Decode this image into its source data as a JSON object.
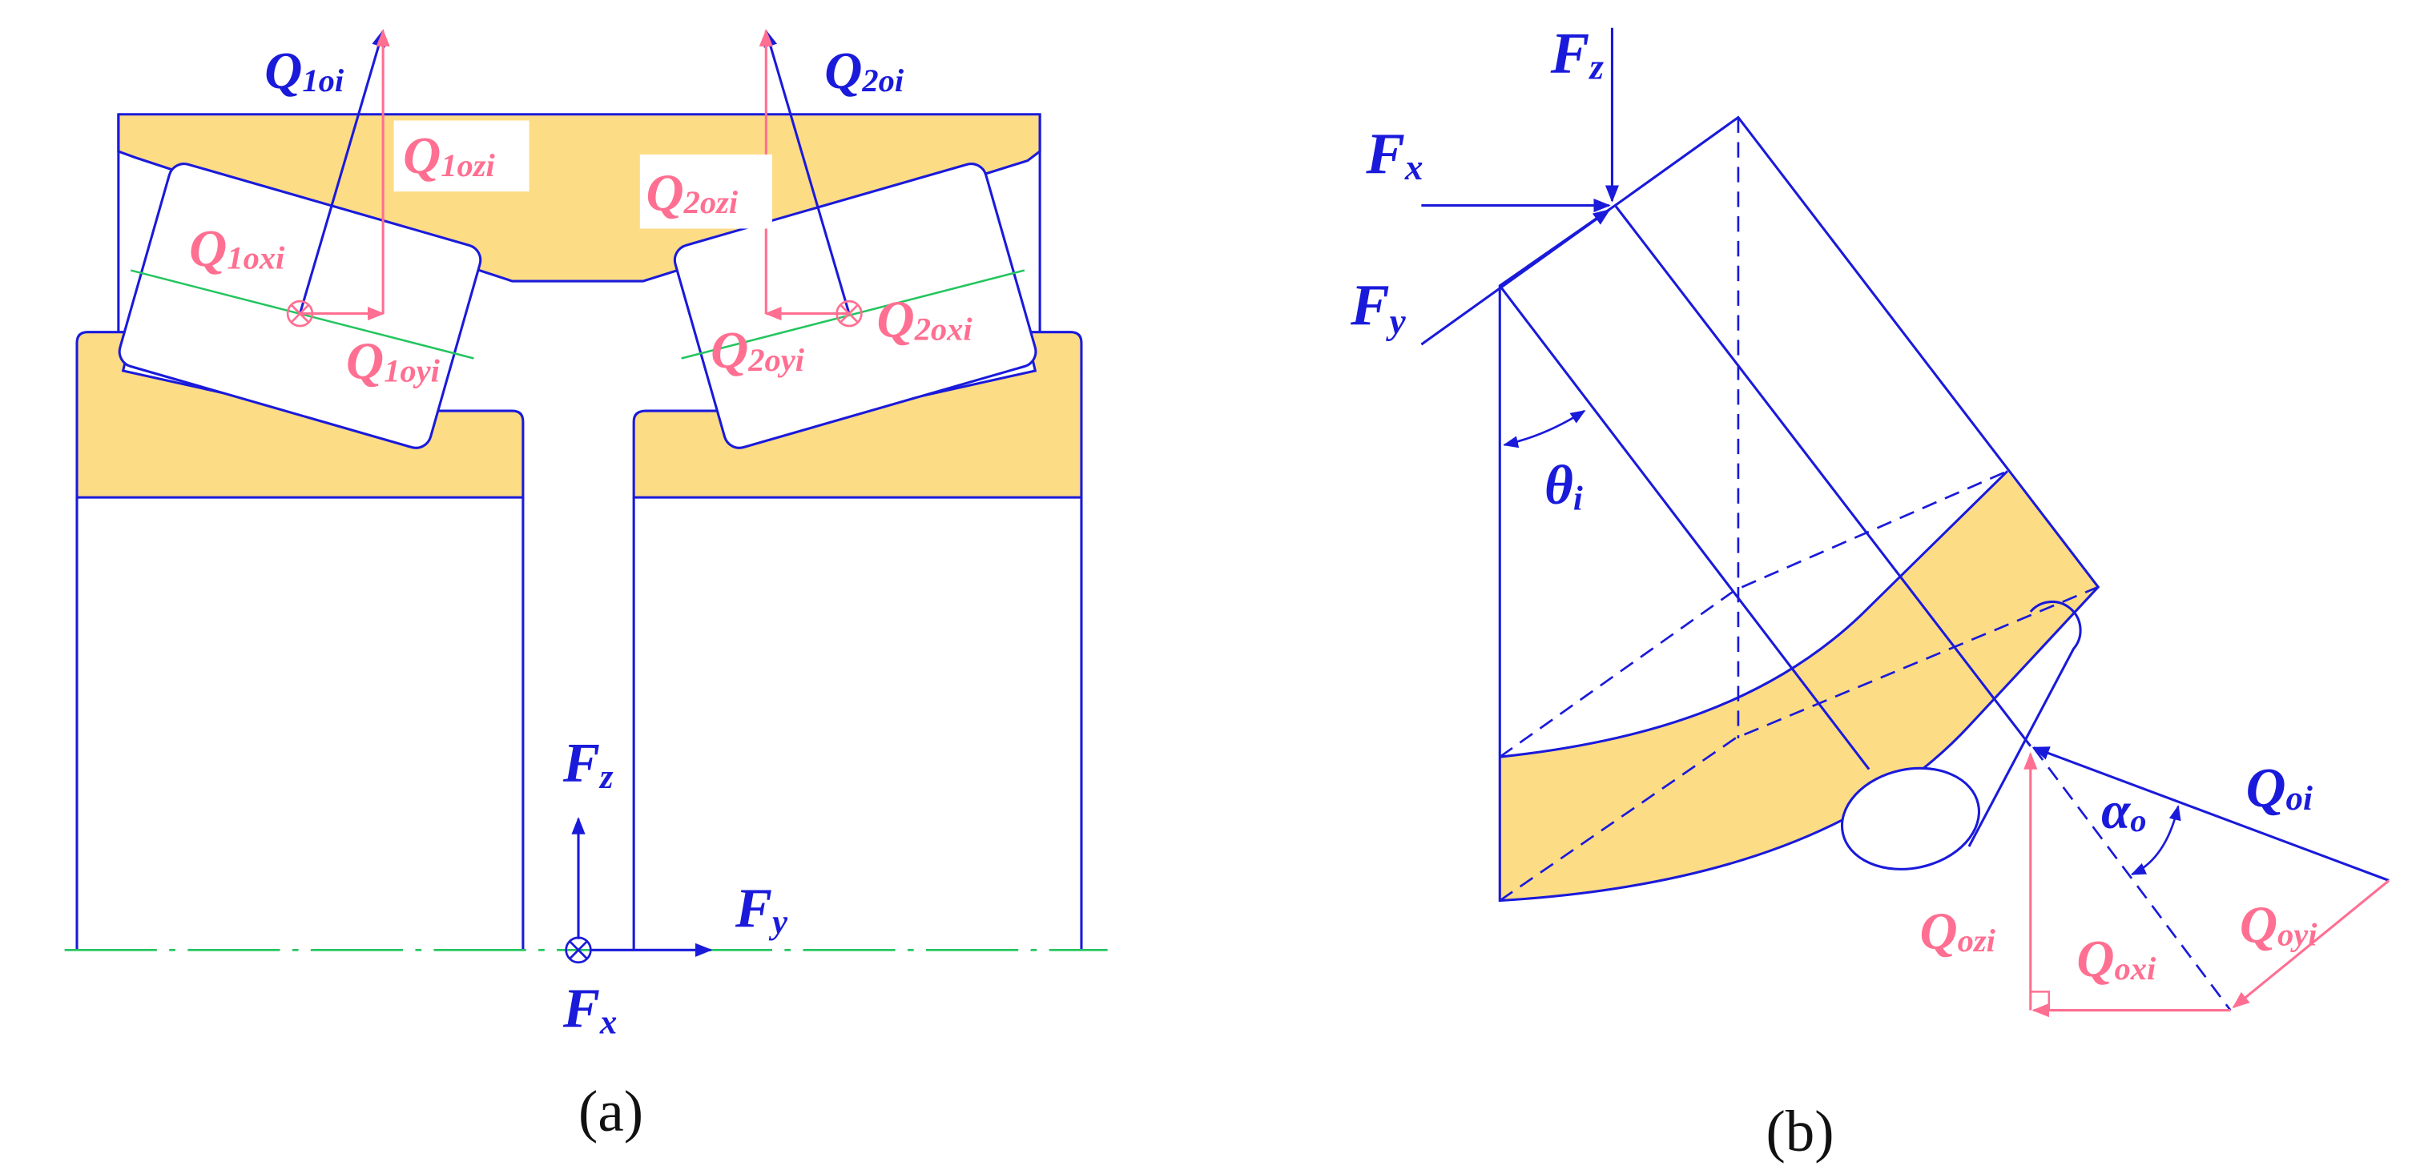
{
  "colors": {
    "outline": "#1a1adb",
    "component": "#ff6f91",
    "centerline": "#22c55e",
    "fill": "#fddc86",
    "text": "#111111"
  },
  "panel_a": {
    "caption": "(a)",
    "labels": {
      "Q1oi": {
        "main": "Q",
        "sub": "1oi"
      },
      "Q2oi": {
        "main": "Q",
        "sub": "2oi"
      },
      "Q1ozi": {
        "main": "Q",
        "sub": "1ozi"
      },
      "Q2ozi": {
        "main": "Q",
        "sub": "2ozi"
      },
      "Q1oxi": {
        "main": "Q",
        "sub": "1oxi"
      },
      "Q1oyi": {
        "main": "Q",
        "sub": "1oyi"
      },
      "Q2oxi": {
        "main": "Q",
        "sub": "2oxi"
      },
      "Q2oyi": {
        "main": "Q",
        "sub": "2oyi"
      },
      "Fz": {
        "main": "F",
        "sub": "z"
      },
      "Fy": {
        "main": "F",
        "sub": "y"
      },
      "Fx": {
        "main": "F",
        "sub": "x"
      }
    }
  },
  "panel_b": {
    "caption": "(b)",
    "labels": {
      "Fz": {
        "main": "F",
        "sub": "z"
      },
      "Fx": {
        "main": "F",
        "sub": "x"
      },
      "Fy": {
        "main": "F",
        "sub": "y"
      },
      "theta": {
        "main": "θ",
        "sub": "i"
      },
      "alpha": {
        "main": "α",
        "sub": "o"
      },
      "Qoi": {
        "main": "Q",
        "sub": "oi"
      },
      "Qozi": {
        "main": "Q",
        "sub": "ozi"
      },
      "Qoxi": {
        "main": "Q",
        "sub": "oxi"
      },
      "Qoyi": {
        "main": "Q",
        "sub": "oyi"
      }
    }
  }
}
